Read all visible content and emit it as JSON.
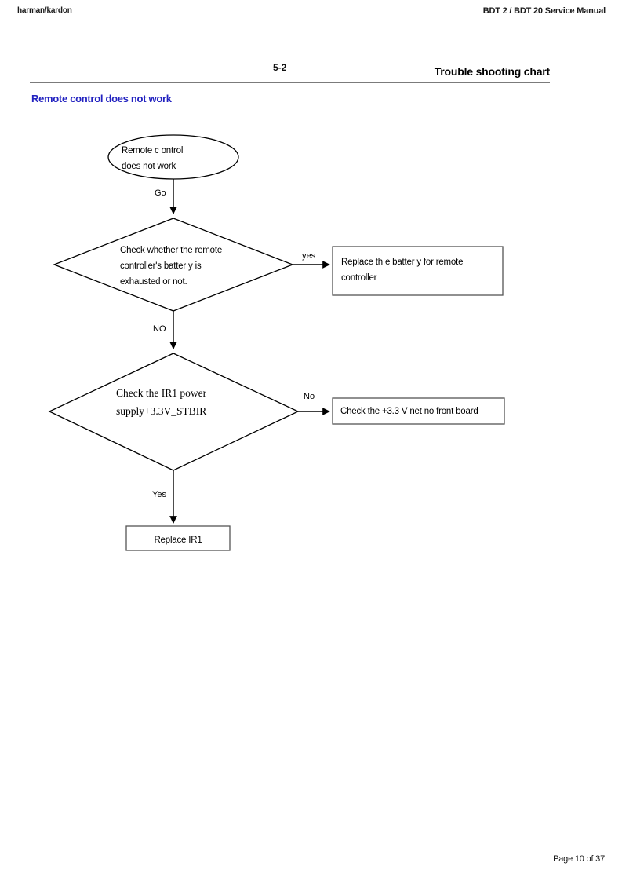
{
  "header": {
    "brand": "harman/kardon",
    "manual": "BDT 2 / BDT 20 Service Manual"
  },
  "section": {
    "number": "5-2",
    "title": "Trouble shooting chart",
    "heading": "Remote control does not work",
    "heading_color": "#2222c0",
    "rule_color": "#7b7b7b"
  },
  "flowchart": {
    "type": "flowchart",
    "nodes": [
      {
        "id": "start",
        "shape": "ellipse",
        "lines": [
          "Remote c    ontrol",
          "does not work"
        ],
        "font": "sans"
      },
      {
        "id": "decision-battery",
        "shape": "diamond",
        "lines": [
          "Check whether the remote",
          "controller's batter     y is",
          "exhausted    or not."
        ],
        "font": "sans"
      },
      {
        "id": "action-replace-battery",
        "shape": "rect",
        "lines": [
          "Replace th  e batter  y for    remote",
          "controller"
        ],
        "font": "sans"
      },
      {
        "id": "decision-ir1-power",
        "shape": "diamond",
        "lines": [
          "Check    the    IR1    power",
          "supply+3.3V_STBIR"
        ],
        "font": "serif"
      },
      {
        "id": "action-check-net",
        "shape": "rect",
        "lines": [
          "Check the +3.3 V net no front board"
        ],
        "font": "sans"
      },
      {
        "id": "action-replace-ir1",
        "shape": "rect",
        "lines": [
          "Replace IR1"
        ],
        "font": "sans"
      }
    ],
    "edges": [
      {
        "id": "edge-start-to-battery",
        "label": "Go",
        "from": "start",
        "to": "decision-battery"
      },
      {
        "id": "edge-battery-yes",
        "label": "yes",
        "from": "decision-battery",
        "to": "action-replace-battery"
      },
      {
        "id": "edge-battery-no",
        "label": "NO",
        "from": "decision-battery",
        "to": "decision-ir1-power"
      },
      {
        "id": "edge-ir1-no",
        "label": "No",
        "from": "decision-ir1-power",
        "to": "action-check-net"
      },
      {
        "id": "edge-ir1-yes",
        "label": "Yes",
        "from": "decision-ir1-power",
        "to": "action-replace-ir1"
      }
    ]
  },
  "footer": {
    "page_label": "Page 10 of 37"
  }
}
